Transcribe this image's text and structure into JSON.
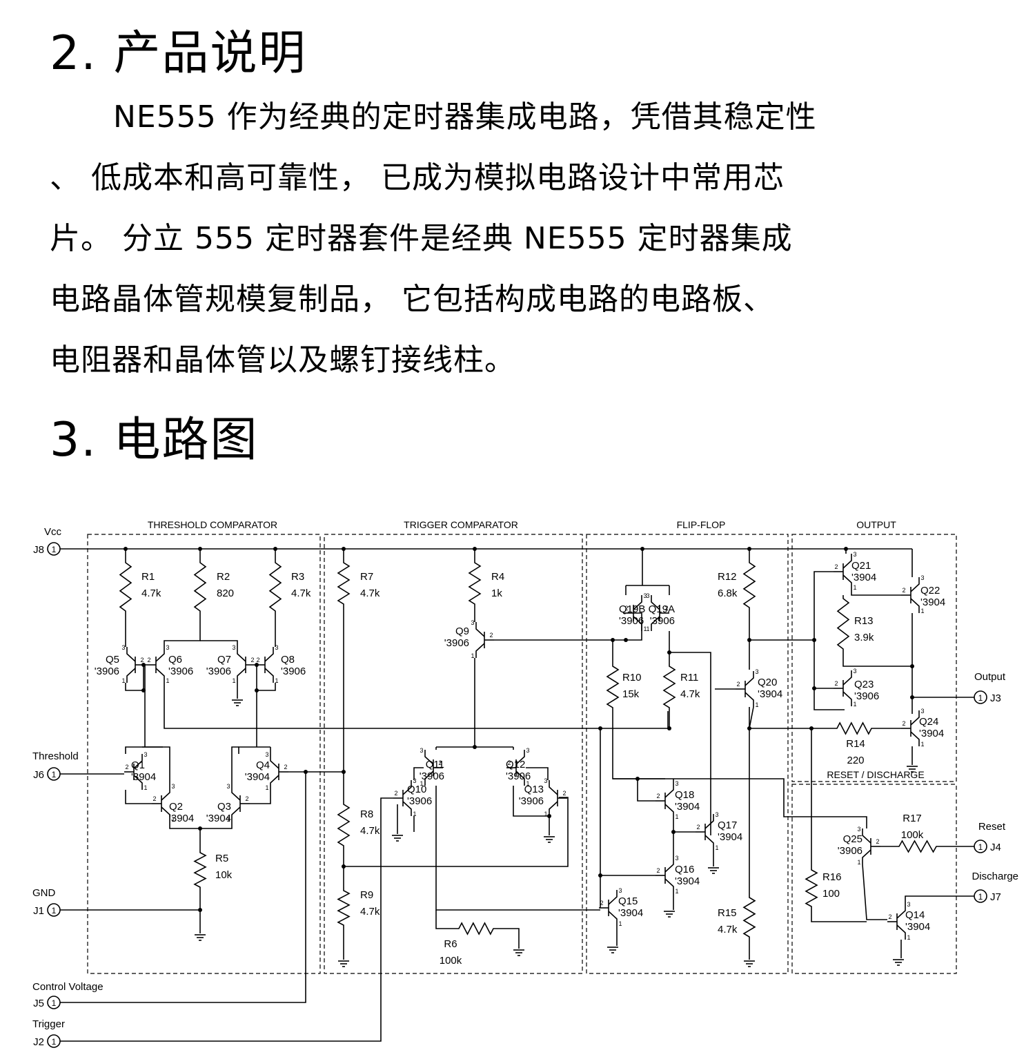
{
  "section2": {
    "title": "2. 产品说明",
    "lines": [
      "NE555 作为经典的定时器集成电路，凭借其稳定性",
      "、 低成本和高可靠性， 已成为模拟电路设计中常用芯",
      "片。 分立 555 定时器套件是经典 NE555 定时器集成",
      "电路晶体管规模复制品， 它包括构成电路的电路板、",
      "电阻器和晶体管以及螺钉接线柱。"
    ]
  },
  "section3": {
    "title": "3. 电路图"
  },
  "schematic": {
    "blocks": [
      "THRESHOLD COMPARATOR",
      "TRIGGER COMPARATOR",
      "FLIP-FLOP",
      "OUTPUT",
      "RESET / DISCHARGE"
    ],
    "terminals": [
      {
        "id": "J8",
        "label": "Vcc",
        "pin": "1"
      },
      {
        "id": "J6",
        "label": "Threshold",
        "pin": "1"
      },
      {
        "id": "J1",
        "label": "GND",
        "pin": "1"
      },
      {
        "id": "J5",
        "label": "Control Voltage",
        "pin": "1"
      },
      {
        "id": "J2",
        "label": "Trigger",
        "pin": "1"
      },
      {
        "id": "J3",
        "label": "Output",
        "pin": "1"
      },
      {
        "id": "J4",
        "label": "Reset",
        "pin": "1"
      },
      {
        "id": "J7",
        "label": "Discharge",
        "pin": "1"
      }
    ],
    "resistors": [
      {
        "ref": "R1",
        "value": "4.7k"
      },
      {
        "ref": "R2",
        "value": "820"
      },
      {
        "ref": "R3",
        "value": "4.7k"
      },
      {
        "ref": "R4",
        "value": "1k"
      },
      {
        "ref": "R5",
        "value": "10k"
      },
      {
        "ref": "R6",
        "value": "100k"
      },
      {
        "ref": "R7",
        "value": "4.7k"
      },
      {
        "ref": "R8",
        "value": "4.7k"
      },
      {
        "ref": "R9",
        "value": "4.7k"
      },
      {
        "ref": "R10",
        "value": "15k"
      },
      {
        "ref": "R11",
        "value": "4.7k"
      },
      {
        "ref": "R12",
        "value": "6.8k"
      },
      {
        "ref": "R13",
        "value": "3.9k"
      },
      {
        "ref": "R14",
        "value": "220"
      },
      {
        "ref": "R15",
        "value": "4.7k"
      },
      {
        "ref": "R16",
        "value": "100"
      },
      {
        "ref": "R17",
        "value": "100k"
      }
    ],
    "transistors": [
      {
        "ref": "Q1",
        "part": "'3904"
      },
      {
        "ref": "Q2",
        "part": "'3904"
      },
      {
        "ref": "Q3",
        "part": "'3904"
      },
      {
        "ref": "Q4",
        "part": "'3904"
      },
      {
        "ref": "Q5",
        "part": "'3906"
      },
      {
        "ref": "Q6",
        "part": "'3906"
      },
      {
        "ref": "Q7",
        "part": "'3906"
      },
      {
        "ref": "Q8",
        "part": "'3906"
      },
      {
        "ref": "Q9",
        "part": "'3906"
      },
      {
        "ref": "Q10",
        "part": "'3906"
      },
      {
        "ref": "Q11",
        "part": "'3906"
      },
      {
        "ref": "Q12",
        "part": "'3906"
      },
      {
        "ref": "Q13",
        "part": "'3906"
      },
      {
        "ref": "Q14",
        "part": "'3904"
      },
      {
        "ref": "Q15",
        "part": "'3904"
      },
      {
        "ref": "Q16",
        "part": "'3904"
      },
      {
        "ref": "Q17",
        "part": "'3904"
      },
      {
        "ref": "Q18",
        "part": "'3904"
      },
      {
        "ref": "Q19A",
        "part": "'3906"
      },
      {
        "ref": "Q19B",
        "part": "'3906"
      },
      {
        "ref": "Q20",
        "part": "'3904"
      },
      {
        "ref": "Q21",
        "part": "'3904"
      },
      {
        "ref": "Q22",
        "part": "'3904"
      },
      {
        "ref": "Q23",
        "part": "'3906"
      },
      {
        "ref": "Q24",
        "part": "'3904"
      },
      {
        "ref": "Q25",
        "part": "'3906"
      }
    ]
  }
}
